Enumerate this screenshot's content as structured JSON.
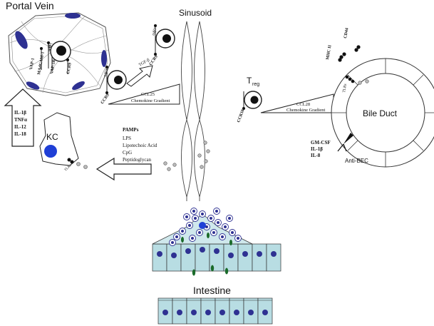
{
  "titles": {
    "portal_vein": "Portal Vein",
    "sinusoid": "Sinusoid",
    "bile_duct": "Bile Duct",
    "intestine": "Intestine",
    "kc": "KC"
  },
  "portal": {
    "madcam": "MAdCAM-1",
    "vap1": "VAP-1",
    "vap1r": "VAP-1R",
    "a4b7": "α4β7",
    "ccr9": "CCR9"
  },
  "cytokines_left": [
    "IL-1β",
    "TNFα",
    "IL-12",
    "IL-18"
  ],
  "kc_receptor": "TLRs",
  "pamps": {
    "title": "PAMPs",
    "items": [
      "LPS",
      "Lipotechoic Acid",
      "CpG",
      "Peptidoglycan"
    ]
  },
  "sinusoid_labels": {
    "tgf": "TGF-β",
    "ccr9": "CCR9",
    "a4b7": "α4β7",
    "gradient1_line1": "CCL25",
    "gradient1_line2": "Chemokine Gradient",
    "treg_main": "T",
    "treg_sub": "reg",
    "ccr10": "CCR10",
    "gradient2_line1": "CCL28",
    "gradient2_line2": "Chemokine Gradient"
  },
  "bile_duct": {
    "cd44": "CD44",
    "mhc": "MHC II",
    "tlrs": "TLRs",
    "cytokines": [
      "GM-CSF",
      "IL-1β",
      "IL-8"
    ],
    "anti_bec": "Anti-BEC"
  },
  "colors": {
    "nucleus": "#2e3192",
    "epithelium": "#b8dde3",
    "bacteria": "#1a6b2a",
    "kc_nucleus": "#1f3fd6"
  }
}
